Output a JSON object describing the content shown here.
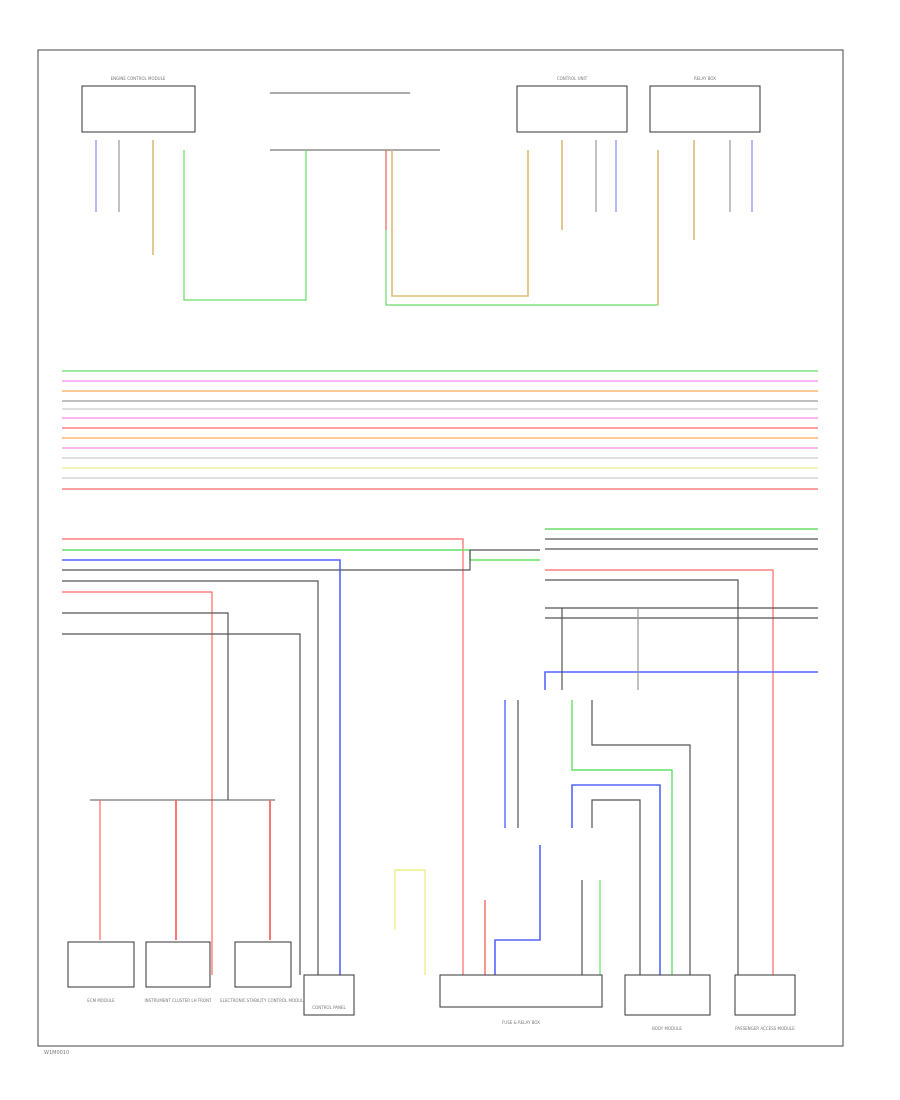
{
  "footer": {
    "code": "W1M0010"
  },
  "palette": {
    "green": "#66dd66",
    "pink": "#ff88ee",
    "orange": "#ffaa55",
    "gray": "#999999",
    "lightgray": "#cccccc",
    "red": "#ff6666",
    "yellow": "#eeee88",
    "tan": "#ddbb77",
    "blue": "#5566ff",
    "darkgray": "#555555"
  },
  "top_components": [
    {
      "id": "tc1",
      "label": "ENGINE CONTROL MODULE"
    },
    {
      "id": "tc2",
      "label": "CONTROL UNIT"
    },
    {
      "id": "tc3",
      "label": "RELAY BOX"
    }
  ],
  "bottom_components": [
    {
      "id": "b1",
      "label": "ECM MODULE"
    },
    {
      "id": "b2",
      "label": "INSTRUMENT CLUSTER LH FRONT"
    },
    {
      "id": "b3",
      "label": "ELECTRONIC STABILITY CONTROL MODULE"
    },
    {
      "id": "b4",
      "label": "CONTROL PANEL"
    },
    {
      "id": "b5",
      "label": "FUSE & RELAY BOX"
    },
    {
      "id": "b6",
      "label": "BODY MODULE"
    },
    {
      "id": "b7",
      "label": "PASSENGER ACCESS MODULE"
    }
  ]
}
